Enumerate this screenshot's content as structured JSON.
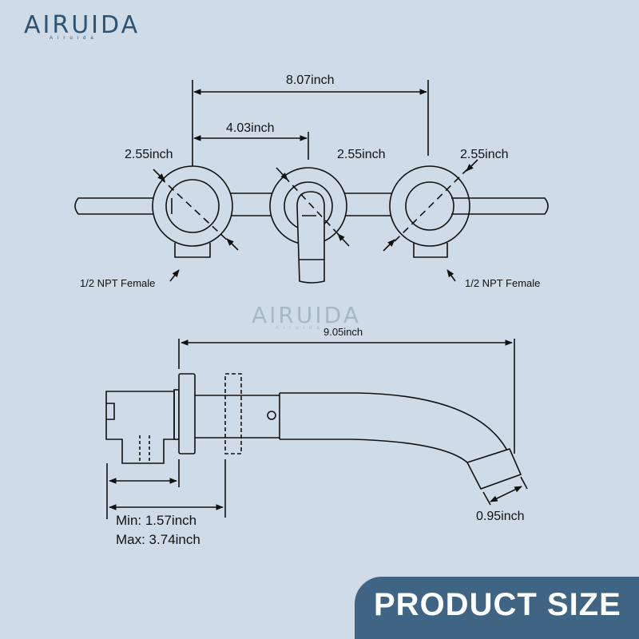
{
  "brand": {
    "name": "AIRUIDA",
    "tagline": "Airuida"
  },
  "watermark": {
    "name": "AIRUIDA",
    "tagline": "Airuida"
  },
  "top_view": {
    "overall_width": "8.07inch",
    "center_spacing": "4.03inch",
    "left_handle_diameter": "2.55inch",
    "center_plate_diameter": "2.55inch",
    "right_handle_diameter": "2.55inch",
    "left_connection": "1/2 NPT Female",
    "right_connection": "1/2 NPT Female"
  },
  "side_view": {
    "spout_length": "9.05inch",
    "outlet_diameter": "0.95inch",
    "wall_min": "Min: 1.57inch",
    "wall_max": "Max: 3.74inch"
  },
  "badge": {
    "label": "PRODUCT SIZE"
  },
  "colors": {
    "background": "#cfdce8",
    "brand": "#2f5473",
    "badge": "#3f6484"
  }
}
